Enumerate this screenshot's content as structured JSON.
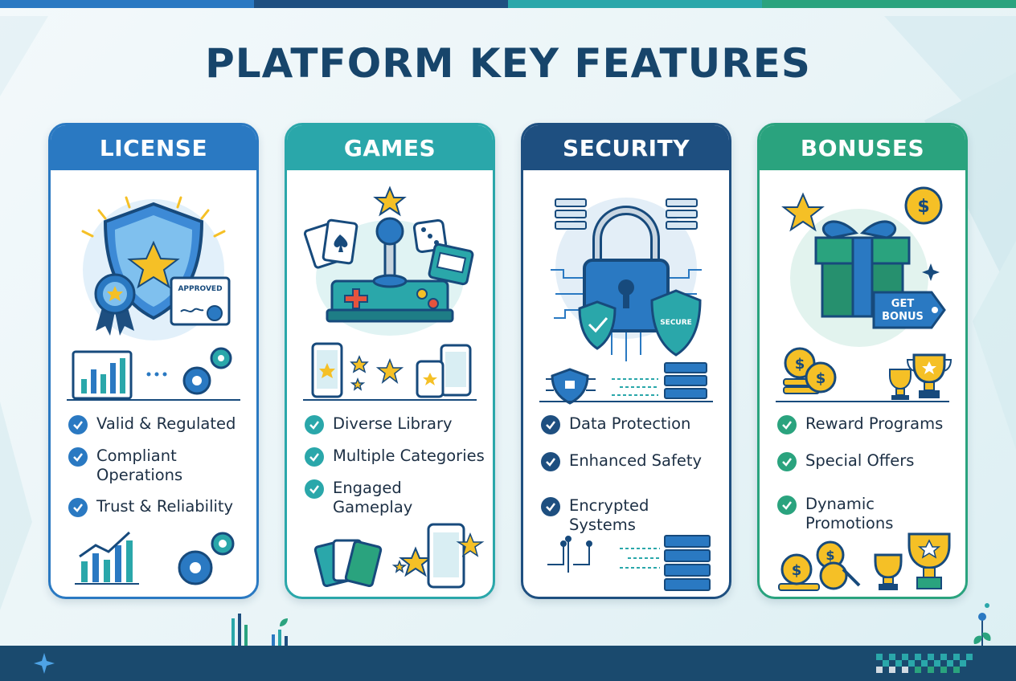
{
  "title": "PLATFORM KEY FEATURES",
  "colors": {
    "license": "#2a79c2",
    "games": "#2aa7aa",
    "security": "#1e4f80",
    "bonuses": "#2aa37e",
    "title": "#17456b",
    "gold": "#f5c026",
    "footer": "#1a4a6e"
  },
  "cards": [
    {
      "title": "LICENSE",
      "icons": [
        "shield-star-icon",
        "award-ribbon-icon",
        "certificate-icon",
        "bar-chart-icon",
        "gear-icon"
      ],
      "certificate_label": "APPROVED",
      "features": [
        "Valid & Regulated",
        "Compliant Operations",
        "Trust & Reliability"
      ]
    },
    {
      "title": "GAMES",
      "icons": [
        "joystick-icon",
        "playing-cards-icon",
        "dice-icon",
        "slot-machine-icon",
        "phone-icon",
        "star-icon"
      ],
      "features": [
        "Diverse Library",
        "Multiple Categories",
        "Engaged Gameplay"
      ]
    },
    {
      "title": "SECURITY",
      "icons": [
        "padlock-icon",
        "shield-check-icon",
        "server-icon",
        "circuit-icon"
      ],
      "shield_label": "SECURE",
      "features": [
        "Data Protection",
        "Enhanced Safety",
        "Encrypted Systems"
      ]
    },
    {
      "title": "BONUSES",
      "icons": [
        "gift-icon",
        "coin-icon",
        "trophy-icon",
        "tag-icon",
        "star-icon"
      ],
      "tag_label_line1": "GET",
      "tag_label_line2": "BONUS",
      "features": [
        "Reward Programs",
        "Special Offers",
        "Dynamic Promotions"
      ]
    }
  ]
}
